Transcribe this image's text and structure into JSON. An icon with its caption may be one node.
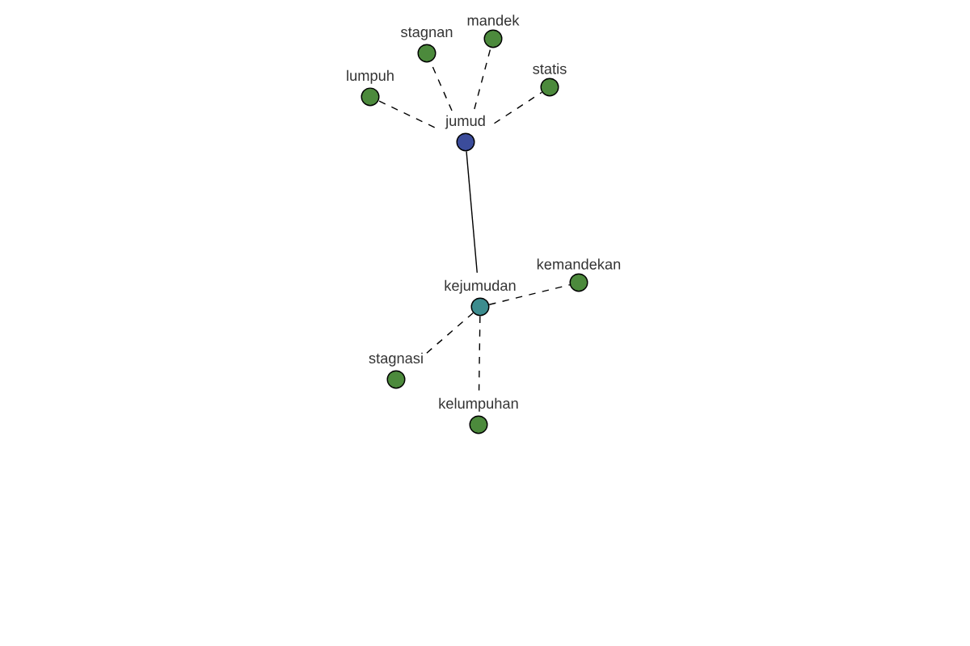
{
  "diagram": {
    "nodes": [
      {
        "text": [
          "jumud"
        ]
      },
      {
        "text": [
          "stagnan"
        ]
      },
      {
        "text": [
          "mandek"
        ]
      },
      {
        "text": [
          "lumpuh"
        ]
      },
      {
        "text": [
          "statis"
        ]
      },
      {
        "text": [
          "kejumudan"
        ]
      },
      {
        "text": [
          "kemandekan"
        ]
      },
      {
        "text": [
          "stagnasi"
        ]
      },
      {
        "text": [
          "kelumpuhan"
        ]
      }
    ],
    "edges": [
      {
        "from": 0,
        "to": 1,
        "arrow": "none",
        "style": "dashed"
      },
      {
        "from": 0,
        "to": 2,
        "arrow": "none",
        "style": "dashed"
      },
      {
        "from": 0,
        "to": 3,
        "arrow": "none",
        "style": "dashed"
      },
      {
        "from": 0,
        "to": 4,
        "arrow": "none",
        "style": "dashed"
      },
      {
        "from": 0,
        "to": 5,
        "arrow": "none"
      },
      {
        "from": 5,
        "to": 6,
        "arrow": "none",
        "style": "dashed"
      },
      {
        "from": 5,
        "to": 7,
        "arrow": "none",
        "style": "dashed"
      },
      {
        "from": 5,
        "to": 8,
        "arrow": "none",
        "style": "dashed"
      }
    ]
  }
}
